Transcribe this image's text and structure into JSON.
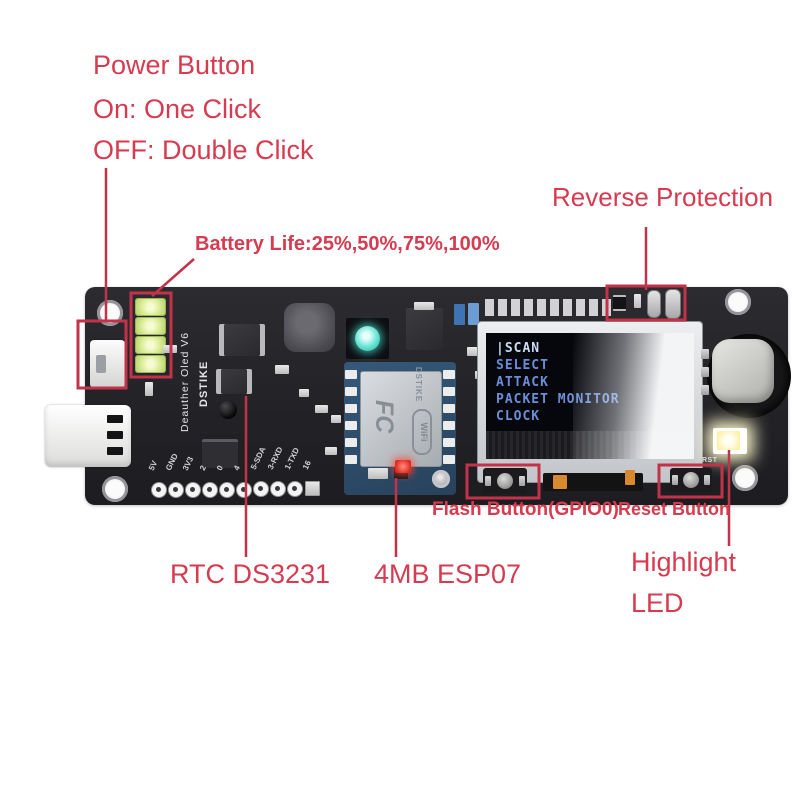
{
  "annotations": {
    "power": {
      "line1": "Power Button",
      "line2": "On: One Click",
      "line3": "OFF: Double Click"
    },
    "battery_label": "Battery Life:25%,50%,75%,100%",
    "reverse_label": "Reverse Protection",
    "flash_label": "Flash Button(GPIO0)",
    "reset_label": "Reset Button",
    "rtc_label": "RTC DS3231",
    "esp_label": "4MB ESP07",
    "highlight": {
      "line1": "Highlight",
      "line2": "LED"
    }
  },
  "board": {
    "silkscreen_name": "Deauther Oled V6",
    "silkscreen_brand": "DSTIKE",
    "rst_label": "RST",
    "pin_labels": [
      "5V",
      "GND",
      "3V3",
      "2",
      "0",
      "4",
      "5-SDA",
      "3-RXD",
      "1-TXD",
      "16"
    ],
    "esp_module": {
      "fcc_logo": "FC",
      "brand": "DSTIKE",
      "wifi_label": "WiFi"
    }
  },
  "oled": {
    "cursor": "|",
    "menu": [
      "SCAN",
      "SELECT",
      "ATTACK",
      "PACKET MONITOR",
      "CLOCK"
    ]
  },
  "colors": {
    "annotation_text": "#d63b50",
    "annotation_line": "#c2334a",
    "board_pcb": "#232327",
    "oled_menu_text": "#6b8ed6",
    "oled_menu_highlight": "#ccd9f3",
    "battery_led": "#d8ea90",
    "highlight_led": "#fdf1a8",
    "status_led_red": "#e02a1e",
    "neopixel_teal": "#39d8c8"
  }
}
